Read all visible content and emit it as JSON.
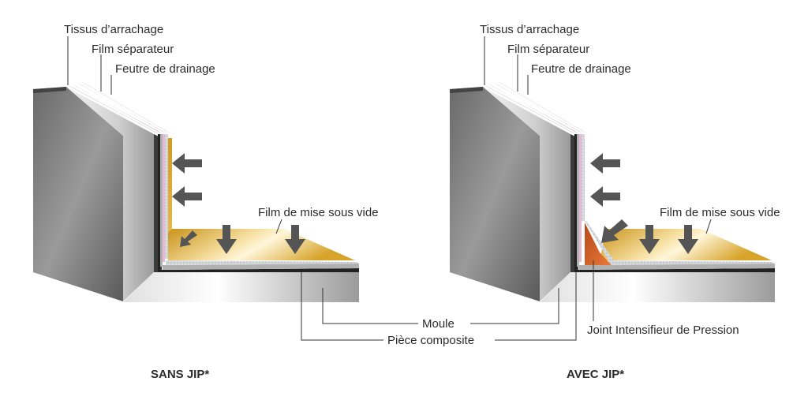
{
  "left_panel": {
    "labels": {
      "peel_ply": "Tissus d’arrachage",
      "release_film": "Film séparateur",
      "breather": "Feutre de drainage",
      "bag_film": "Film de mise sous vide"
    },
    "caption": "SANS JIP*"
  },
  "right_panel": {
    "labels": {
      "peel_ply": "Tissus d’arrachage",
      "release_film": "Film séparateur",
      "breather": "Feutre de drainage",
      "bag_film": "Film de mise sous vide",
      "jip": "Joint Intensifieur de Pression"
    },
    "caption": "AVEC JIP*"
  },
  "shared_labels": {
    "mould": "Moule",
    "composite_part": "Pièce composite"
  },
  "colors": {
    "mould_front": "#8e8e8e",
    "mould_light": "#dcdcdc",
    "bag_film": "#d9a522",
    "release_film": "#e8b8d6",
    "breather": "#cfd2d6",
    "jip": "#d8672c",
    "arrow": "#555555"
  }
}
